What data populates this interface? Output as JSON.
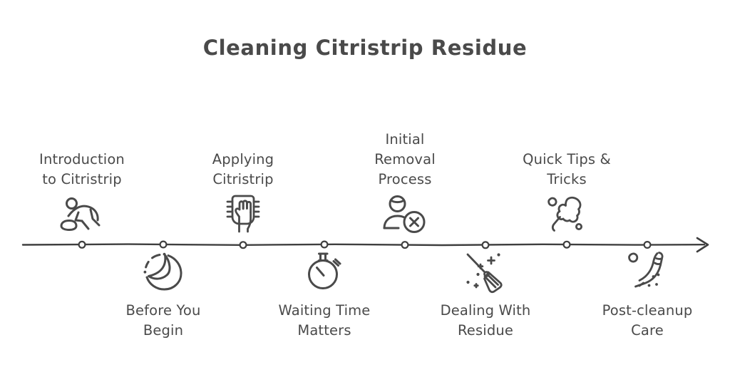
{
  "title": "Cleaning Citristrip Residue",
  "colors": {
    "ink": "#4a4a4a",
    "axis": "#3f3f3f",
    "background": "#ffffff",
    "marker_fill": "#ffffff"
  },
  "timeline": {
    "orientation": "horizontal",
    "direction": "left-to-right",
    "arrow": true,
    "node_count": 8
  },
  "milestones": [
    {
      "index": 1,
      "label": "Introduction\nto Citristrip",
      "side": "above",
      "icon": "person-scrubbing-floor-icon"
    },
    {
      "index": 2,
      "label": "Before You\nBegin",
      "side": "below",
      "icon": "citrus-half-icon"
    },
    {
      "index": 3,
      "label": "Applying\nCitristrip",
      "side": "above",
      "icon": "hand-with-cloth-icon"
    },
    {
      "index": 4,
      "label": "Waiting Time\nMatters",
      "side": "below",
      "icon": "stopwatch-icon"
    },
    {
      "index": 5,
      "label": "Initial\nRemoval\nProcess",
      "side": "above",
      "icon": "person-remove-icon"
    },
    {
      "index": 6,
      "label": "Dealing With\nResidue",
      "side": "below",
      "icon": "broom-sparkles-icon"
    },
    {
      "index": 7,
      "label": "Quick Tips &\nTricks",
      "side": "above",
      "icon": "feather-duster-icon"
    },
    {
      "index": 8,
      "label": "Post-cleanup\nCare",
      "side": "below",
      "icon": "sweeping-brush-icon"
    }
  ]
}
